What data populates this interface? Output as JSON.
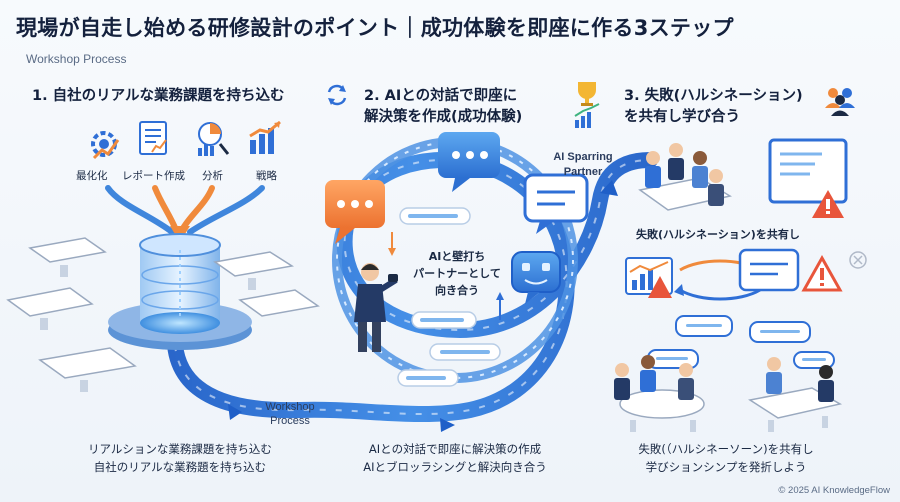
{
  "title": "現場が自走し始める研修設計のポイント｜成功体験を即座に作る3ステップ",
  "subtitle": "Workshop Process",
  "steps": {
    "step1": {
      "heading": "1. 自社のリアルな業務課題を持ち込む",
      "icons": [
        {
          "label": "最化化",
          "icon": "gear-chart-icon"
        },
        {
          "label": "レポート作成",
          "icon": "report-document-icon"
        },
        {
          "label": "分析",
          "icon": "analysis-chart-icon"
        },
        {
          "label": "戦略",
          "icon": "strategy-chart-icon"
        }
      ],
      "caption_line1": "リアルションな業務課題を持ち込む",
      "caption_line2": "自社のリアルな業務題を持ち込む"
    },
    "step2": {
      "heading_line1": "2. AIとの対話で即座に",
      "heading_line2": "解決策を作成(成功体験)",
      "center_line1": "AIと壁打ち",
      "center_line2": "パートナーとして",
      "center_line3": "向き合う",
      "partner_line1": "AI Sparring",
      "partner_line2": "Partner",
      "caption_line1": "AIとの対話で即座に解決策の作成",
      "caption_line2": "AIとブロッラシングと解決向き合う"
    },
    "step3": {
      "heading_line1": "3. 失敗(ハルシネーション)",
      "heading_line2": "を共有し学び合う",
      "share_label": "失敗(ハルシネーション)を共有し",
      "caption_line1": "失敗(（ハルシネーソーン)を共有し",
      "caption_line2": "学びションシンプを発折しよう"
    }
  },
  "workshop_label_line1": "Workshop",
  "workshop_label_line2": "Process",
  "footer": "© 2025 AI KnowledgeFlow",
  "colors": {
    "primary_blue": "#2f6fd6",
    "light_blue": "#8fc3f2",
    "orange": "#f08a3c",
    "navy": "#14213d",
    "warning": "#e8553b"
  }
}
